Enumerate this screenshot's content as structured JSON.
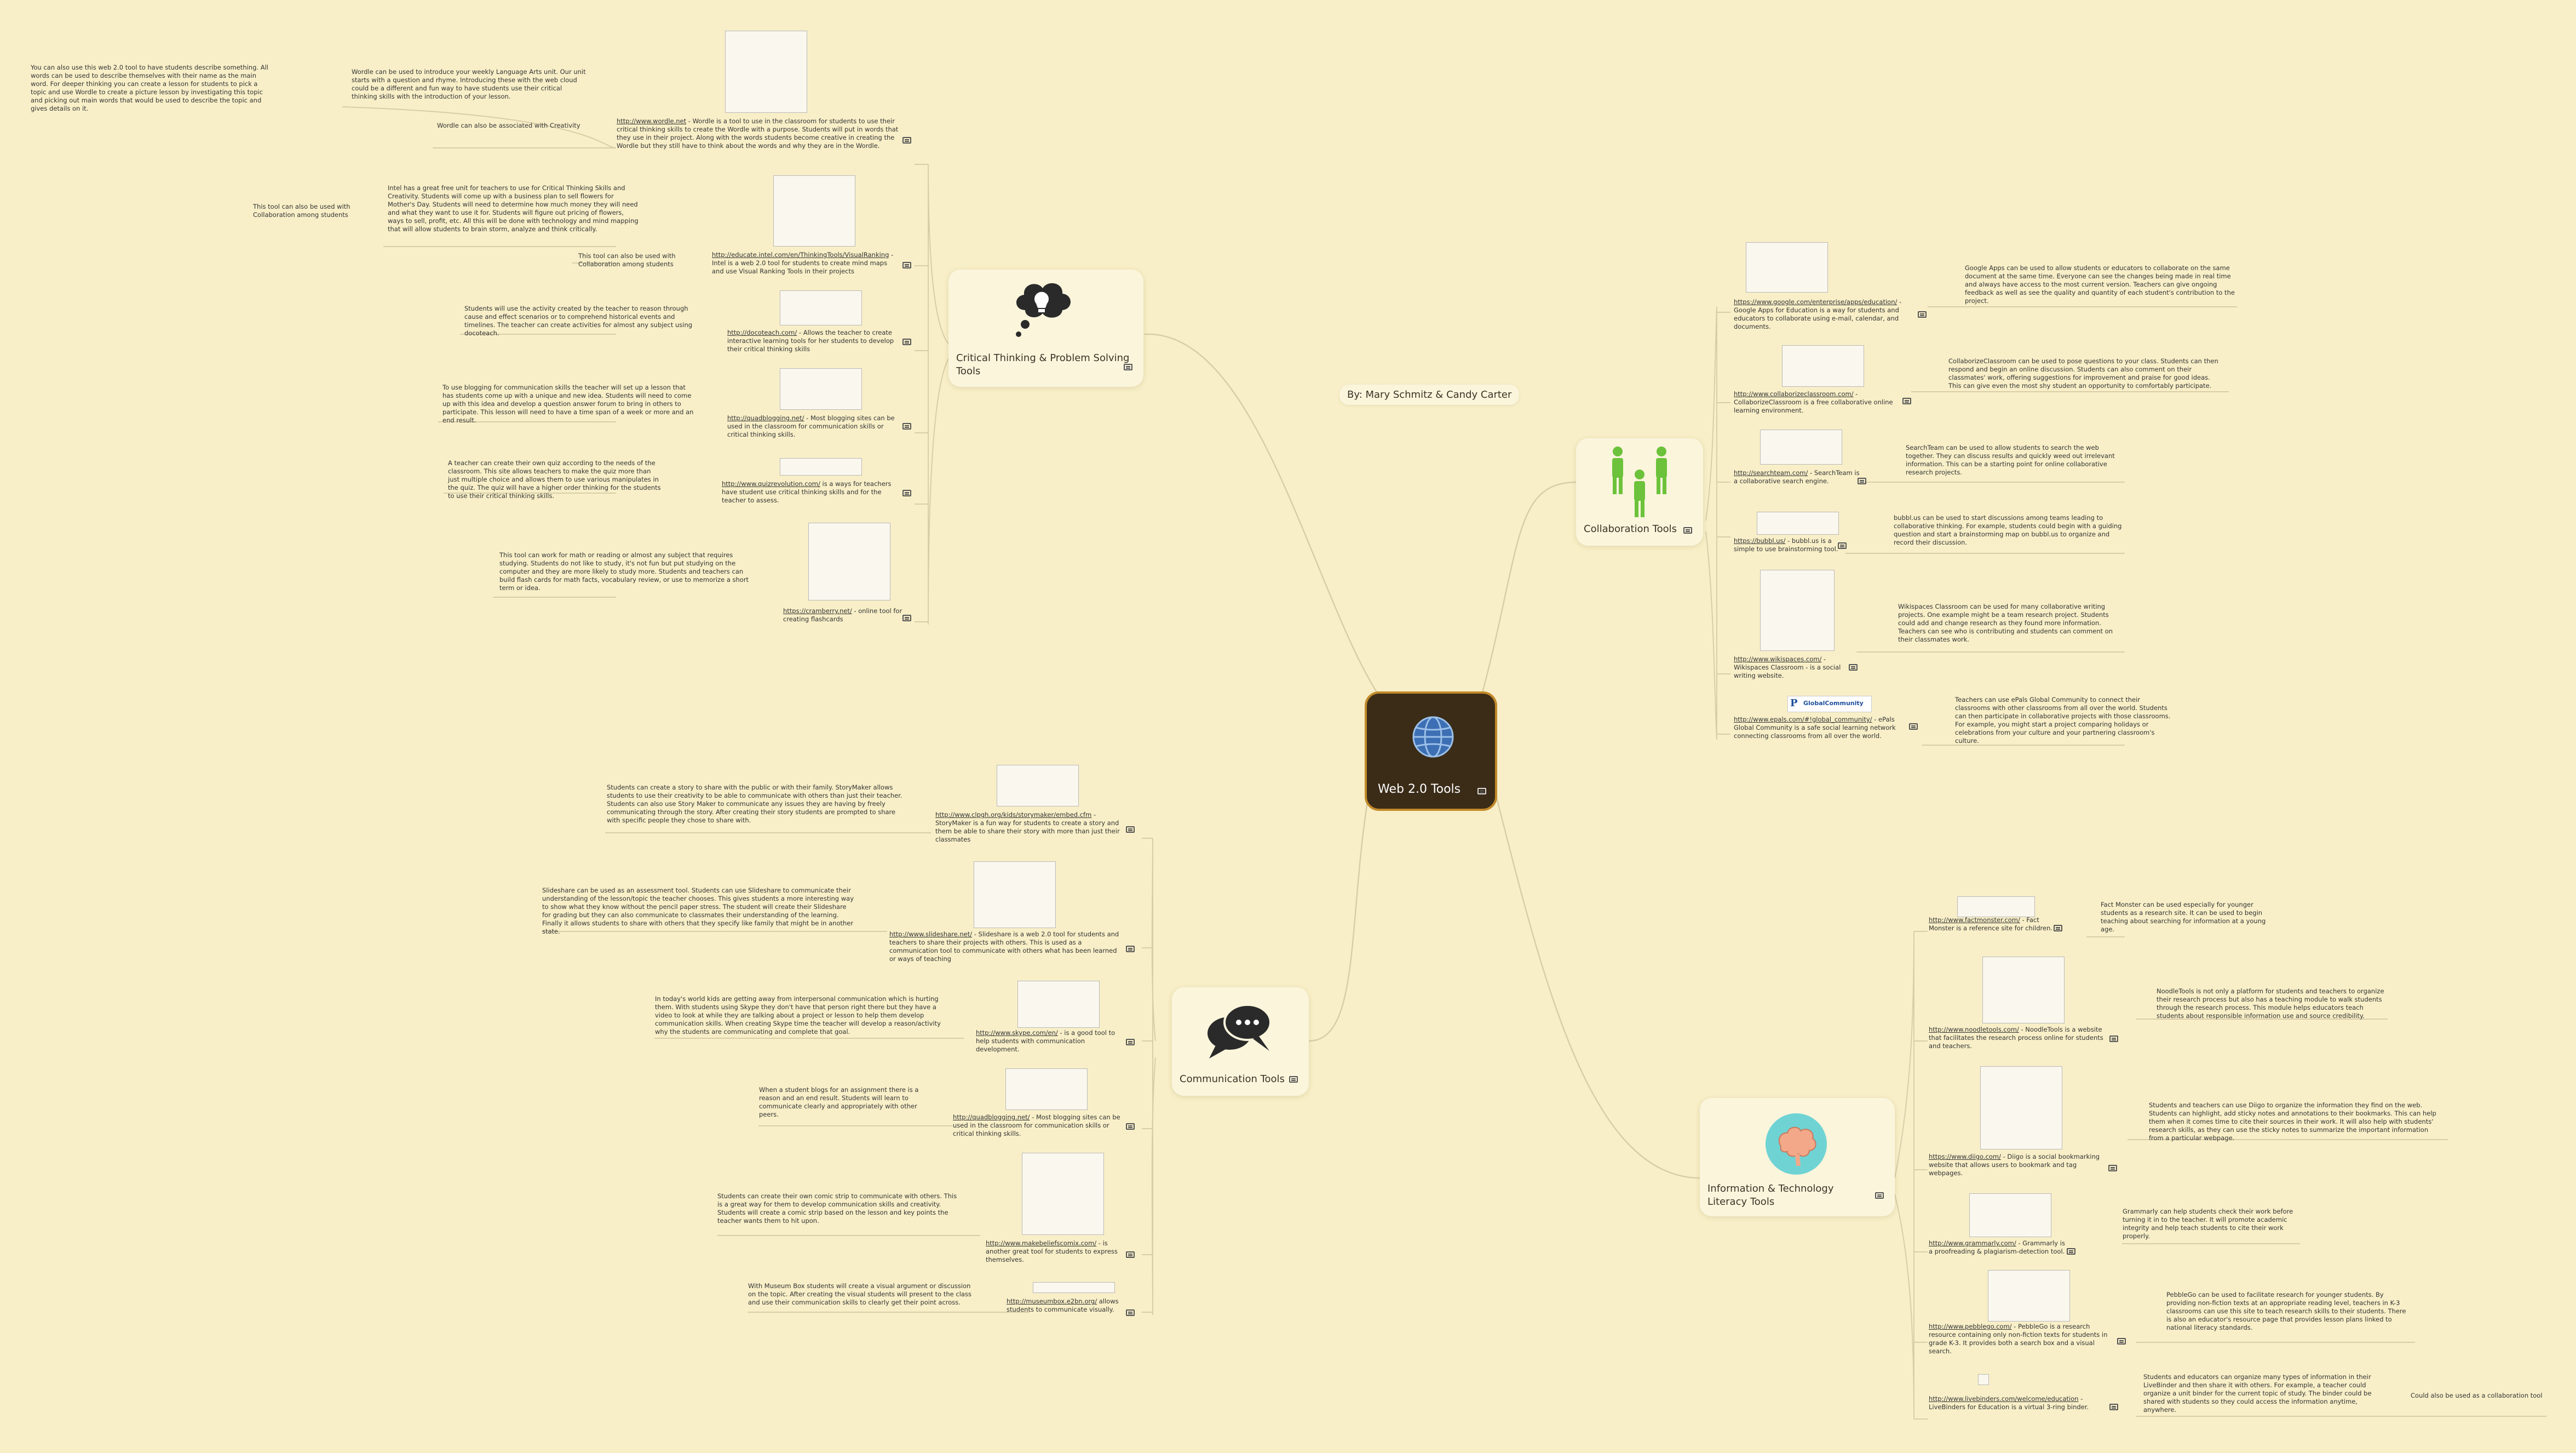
{
  "title": "Web 2.0 Tools",
  "author": "By:  Mary Schmitz & Candy Carter",
  "topics": {
    "critical": {
      "label": "Critical Thinking & Problem Solving Tools"
    },
    "communication": {
      "label": "Communication Tools"
    },
    "collaboration": {
      "label": "Collaboration Tools"
    },
    "infotech": {
      "label": "Information & Technology Literacy Tools"
    }
  },
  "critical": {
    "wordle_extra": "You can also use this web 2.0 tool to have students describe something.  All words can be used to describe themselves with their name as the main word.  For deeper thinking you can create a lesson for students to pick a topic and use Wordle to create a picture lesson by investigating this topic and picking out main words that would be used to describe the topic and gives details on it.",
    "wordle_intro": "Wordle can be used to introduce your weekly Language Arts unit. Our unit starts with a question and rhyme. Introducing these with the web cloud could be a different and fun way to have students use their critical thinking skills with the introduction of your lesson.",
    "wordle_creativity": "Wordle can also be associated with Creativity",
    "wordle_url": "http://www.wordle.net",
    "wordle_text": " - Wordle is a tool to use in the classroom for students to use their critical thinking skills to create the Wordle with a purpose.  Students will put in words that they use in their project. Along with the words students become creative in creating the Wordle but they still have to think about the words and why they are in the Wordle.",
    "intel_collab": "This tool can also be used with Collaboration among students",
    "intel_desc": "Intel has a great free unit for teachers to use for Critical Thinking Skills and Creativity.  Students will come up with a business plan to sell flowers for Mother's Day. Students will need to determine how much money they will need and what they want to use it for.  Students will figure out pricing of flowers, ways to sell, profit, etc.  All this will be done with technology and mind mapping that will allow students to brain storm, analyze and think critically.",
    "intel_collab2": "This tool can also be used with Collaboration among students",
    "intel_url": "http://educate.intel.com/en/ThinkingTools/VisualRanking",
    "intel_text": " - Intel is a web 2.0 tool for students to create mind maps and use Visual Ranking Tools in their projects",
    "doco_desc": "Students will use the activity created by the teacher to reason through cause and effect scenarios or to comprehend historical events and timelines. The teacher can create activities for almost any subject using docoteach.",
    "doco_url": "http://docoteach.com/",
    "doco_text": " - Allows the teacher to create interactive learning tools for her students to develop their critical thinking skills",
    "quad_desc": "To use blogging for communication skills the teacher will set up a lesson that has students come up with a unique and new idea. Students will need to come up with this idea and develop a question answer forum to bring in others to participate. This lesson will need to have a time span of a week or more and an end result.",
    "quad_url": "http://quadblogging.net/",
    "quad_text": " - Most blogging sites can be used in the classroom for communication skills or critical thinking skills.",
    "quiz_desc": "A teacher can create their own quiz according to the needs of the classroom.  This site allows teachers to make the quiz more than just multiple choice and allows them to use various manipulates in the quiz. The quiz will have a higher order thinking for the students to use their critical thinking skills.",
    "quiz_url": "http://www.quizrevolution.com/",
    "quiz_text": " is a ways for teachers have student use critical thinking skills and for the teacher to assess.",
    "cram_desc": "This tool can work for math or reading or almost any subject that requires studying.  Students do not like to study, it's not fun but put studying on the computer and they are more likely to study more.  Students and teachers can build flash cards for math facts, vocabulary review, or use to memorize a short term or idea.",
    "cram_url": "https://cramberry.net/",
    "cram_text": " - online tool for creating flashcards"
  },
  "communication": {
    "story_desc": "Students can create a story to share with the public or with their family.  StoryMaker allows students to use their creativity to be able to communicate with others than just their teacher. Students can also use Story Maker to communicate any issues they are having by freely communicating through the story. After creating their story students are prompted to share with specific people they chose to share with.",
    "story_url": "http://www.clpgh.org/kids/storymaker/embed.cfm",
    "story_text": " - StoryMaker is a fun way for students to create a story and them be able to share their story with more than just their classmates",
    "slide_desc": "Slideshare can be used as an assessment tool.  Students can use Slideshare to communicate their understanding of the lesson/topic the teacher chooses.  This gives students a more interesting way to show what they know without the pencil paper stress.  The student will create their Slideshare for grading but they can also communicate to classmates their understanding of the learning. Finally it allows students to share with others that they specify like family that might be in another state.",
    "slide_url": "http://www.slideshare.net/",
    "slide_text": " - Slideshare is a web 2.0 tool for students and teachers to share their projects with others. This is used as a communication tool to communicate with others what has been learned or ways of teaching",
    "skype_desc": "In today's world kids are getting away from interpersonal communication which is hurting them.  With students using Skype they don't have that person right there but they have a video to look at while they are talking about a project or lesson to help them develop communication skills. When creating Skype time the teacher will develop a reason/activity why the students are communicating and complete that goal.",
    "skype_url": "http://www.skype.com/en/",
    "skype_text": " - is a good tool to help students with communication development.",
    "quad_desc": "When a student blogs for an assignment there is a reason and an end result.  Students will learn to communicate clearly and appropriately with other peers.",
    "quad_url": "http://quadblogging.net/",
    "quad_text": " - Most blogging sites can be used in the classroom for communication skills or critical thinking skills.",
    "comic_desc": "Students can create their own comic strip to communicate with others.  This is a great  way for them to develop communication skills and creativity.  Students will create a comic strip based on the lesson and key points the teacher wants them to hit upon.",
    "comic_url": "http://www.makebeliefscomix.com/",
    "comic_text": " - is another great tool for students to express themselves.",
    "museum_desc": "With Museum Box students will create a visual argument or discussion on the topic.  After creating the visual students will present to the class and use their communication skills to clearly get their point across.",
    "museum_url": "http://museumbox.e2bn.org/",
    "museum_text": " allows students to communicate visually."
  },
  "collaboration": {
    "google_url": "https://www.google.com/enterprise/apps/education/",
    "google_text": " - Google Apps for Education is a way for students and educators to collaborate using e-mail, calendar, and documents.",
    "google_desc": "Google Apps can be used to allow students or educators to collaborate on the same document at the same time.  Everyone can see the changes being made in real time and always have access to the most current version.  Teachers can give ongoing feedback as well as see the quality and quantity of each student's contribution to the project.",
    "colla_url": "http://www.collaborizeclassroom.com/",
    "colla_text": " - CollaborizeClassroom is a free collaborative online learning environment.",
    "colla_desc": "CollaborizeClassroom can be used to pose questions to your class.  Students can then respond and begin an online discussion.  Students can also comment on their classmates' work, offering suggestions for improvement and praise for good ideas.  This can give even the most shy student an opportunity to comfortably participate.",
    "search_url": "http://searchteam.com/",
    "search_text": " - SearchTeam is a collaborative search engine.",
    "search_desc": "SearchTeam can be used to allow students to search the web together.  They can discuss results and quickly weed out irrelevant information.  This can be a starting point for online collaborative research projects.",
    "bubbl_url": "https://bubbl.us/",
    "bubbl_text": " - bubbl.us is a simple to use brainstorming tool.",
    "bubbl_desc": "bubbl.us can be used to start discussions among teams leading to collaborative thinking.   For example, students could begin with a guiding question and start a brainstorming map on bubbl.us to organize and record their discussion.",
    "wiki_url": "http://www.wikispaces.com/",
    "wiki_text": " - Wikispaces Classroom - is a social writing website.",
    "wiki_desc": "Wikispaces Classroom can be used for many collaborative writing projects.  One example might be a team research project.  Students could add and change research as they found more information.  Teachers can see who is contributing and students can comment on their classmates work.",
    "epals_logo": "GlobalCommunity",
    "epals_url": "http://www.epals.com/#!global_community/",
    "epals_text": " - ePals Global Community is a safe social learning network connecting classrooms from all over the world.",
    "epals_desc": "Teachers can use ePals Global Community to connect their classrooms with other classrooms from all over the world.  Students can then participate in collaborative projects with those classrooms.  For example, you might start a project comparing holidays or celebrations from your culture and your partnering classroom's culture."
  },
  "infotech": {
    "fact_url": "http://www.factmonster.com/",
    "fact_text": " - Fact Monster is a reference site for children.",
    "fact_desc": "Fact Monster can be used especially for younger students as a research site.  It can be used to begin teaching about searching for information at a young age.",
    "noodle_url": "http://www.noodletools.com/",
    "noodle_text": " - NoodleTools is a website that facilitates the research process online for students and teachers.",
    "noodle_desc": "NoodleTools is not only a platform for students and teachers to organize their research process but also has a teaching module to walk students through the research process.  This module helps educators teach students about responsible information use and source credibility.",
    "diigo_url": "https://www.diigo.com/",
    "diigo_text": " - Diigo is a social bookmarking website that allows users to bookmark and tag webpages.",
    "diigo_desc": "Students and teachers can use Diigo to organize the information they find on the web.  Students can highlight, add sticky notes and annotations to their bookmarks.  This can help them when it comes time to cite their sources in their work.  It will also help with students' research skills, as they can use the sticky notes to summarize the important information from a particular webpage.",
    "gram_url": "http://www.grammarly.com/",
    "gram_text": " - Grammarly is a proofreading & plagiarism-detection tool.",
    "gram_desc": "Grammarly can help students check their work before turning it in to the teacher.  It will promote academic integrity and help teach students to cite their work properly.",
    "pebble_url": "http://www.pebblego.com/",
    "pebble_text": " - PebbleGo is a research resource containing only non-fiction texts for students in grade K-3.  It provides both a search box and a visual search.",
    "pebble_desc": "PebbleGo can be used to facilitate research for younger students.  By providing non-fiction texts at an appropriate reading level, teachers in K-3 classrooms can use this site to teach research skills to their students.  There is also an educator's resource page that provides lesson plans linked to national literacy standards.",
    "live_url": "http://www.livebinders.com/welcome/education",
    "live_text": " - LiveBinders for Education is a virtual 3-ring binder.",
    "live_desc": "Students and educators can organize many types of information in their LiveBinder and then share it with others.  For example, a teacher could organize a unit binder for the current topic of study.  The binder could be shared with students so they could access the information anytime, anywhere.",
    "live_collab": "Could also be used as a collaboration tool"
  },
  "colors": {
    "background": "#f8efc8",
    "line": "#d8cda7",
    "center": "#3b2c18",
    "center_border": "#c28a2a",
    "people": "#6cc23a"
  }
}
